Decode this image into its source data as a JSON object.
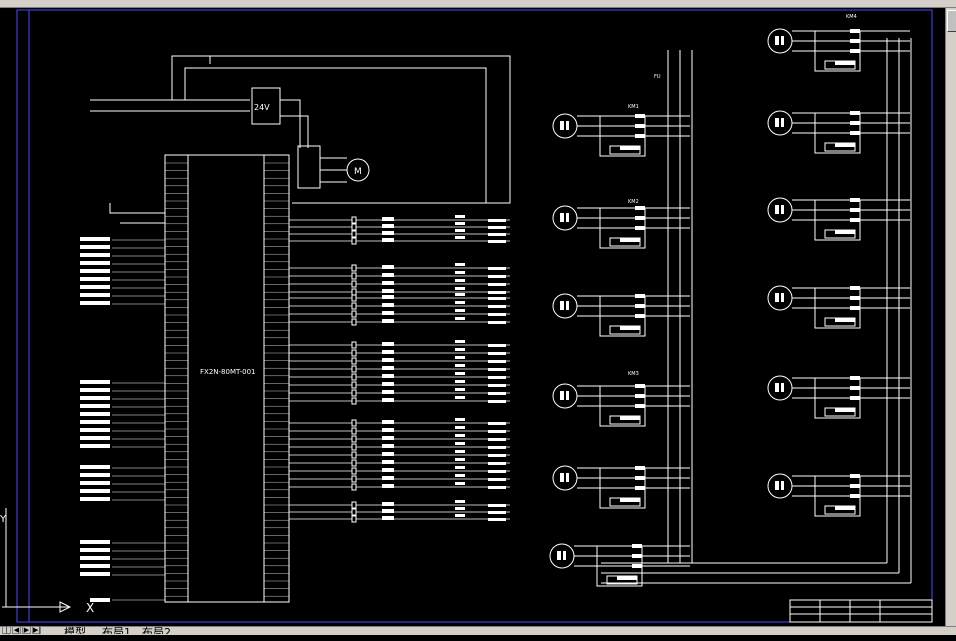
{
  "app": {
    "toolbar_icons": [
      "new-icon",
      "open-icon",
      "save-icon",
      "print-icon",
      "cut-icon",
      "copy-icon",
      "paste-icon",
      "undo-icon",
      "pan-icon",
      "zoom-icon",
      "properties-icon",
      "layer-icon",
      "help-icon"
    ]
  },
  "drawing": {
    "plc_label": "FX2N-80MT-001",
    "supply_label": "24V",
    "motor_label": "M",
    "coords_label": "X",
    "axis_y_label": "Y",
    "km_labels": [
      "KM1",
      "KM2",
      "KM3",
      "KM4"
    ],
    "inverter_label": "FU"
  },
  "tabs": {
    "model": "模型",
    "layout1": "布局1",
    "layout2": "布局2"
  },
  "colors": {
    "background": "#000000",
    "lines": "#ffffff",
    "frame": "#4a4aff",
    "chrome": "#d4d0c8"
  }
}
